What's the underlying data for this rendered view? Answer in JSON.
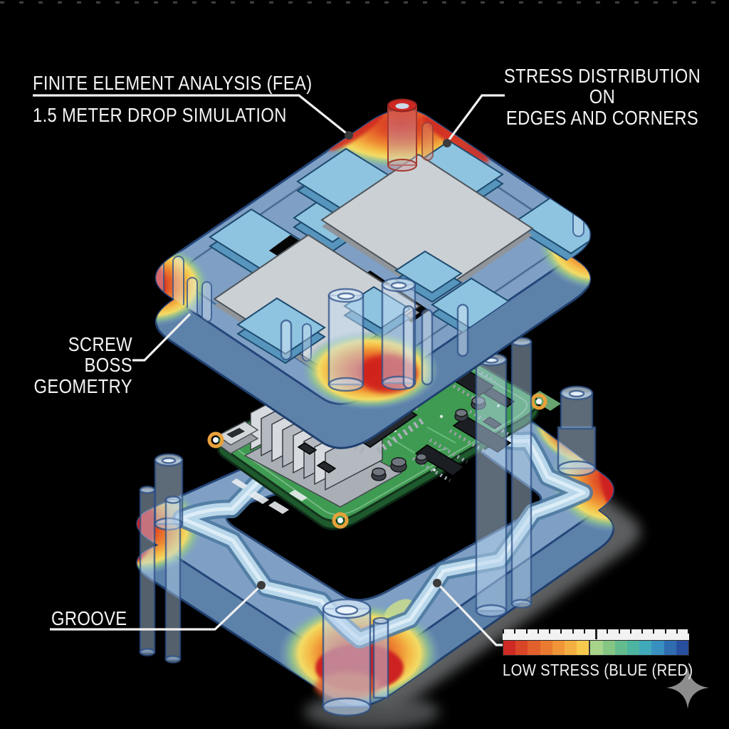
{
  "annotations": {
    "fea": {
      "line1": "FINITE ELEMENT ANALYSIS (FEA)",
      "line2": "1.5 METER DROP SIMULATION"
    },
    "stress_distribution": {
      "line1": "STRESS DISTRIBUTION ON",
      "line2": "EDGES AND CORNERS"
    },
    "screw_boss": {
      "line1": "SCREW BOSS",
      "line2": "GEOMETRY"
    },
    "groove": {
      "label": "GROOVE"
    }
  },
  "legend": {
    "caption": "LOW STRESS (BLUE (RED)",
    "tick_count": 17,
    "divider_index": 7,
    "colors": [
      "#ce2a23",
      "#d94527",
      "#e2602b",
      "#ea7a30",
      "#f09538",
      "#f4af42",
      "#f7ca4e",
      "#a8d48a",
      "#85c684",
      "#63bb8e",
      "#4db4a1",
      "#40a9ba",
      "#3890c1",
      "#2f6db0",
      "#284f9e"
    ]
  },
  "icons": {
    "sparkle": "four-point-star"
  },
  "palette": {
    "background": "#000000",
    "enclosure_blue": "#7fa0c4",
    "enclosure_outline": "#1f3f6e",
    "stress_high_red": "#ce2420",
    "stress_orange": "#ee8c33",
    "stress_yellow": "#f6d14f",
    "stress_green": "#a8d48a",
    "pcb_green": "#3f9b52",
    "plate_gray": "#cbd0d4",
    "pad_blue": "#8ec4e0",
    "shadow_gray": "#67696b",
    "label_color": "#f4f4f4",
    "sparkle_gray": "#8d8d8d"
  }
}
